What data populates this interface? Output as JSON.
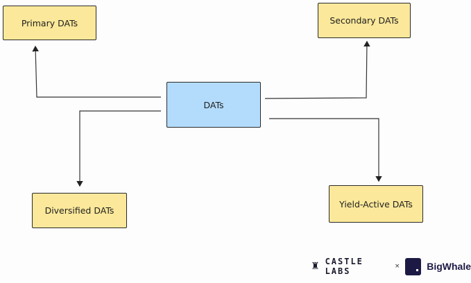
{
  "nodes": {
    "center": "DATs",
    "primary": "Primary DATs",
    "secondary": "Secondary DATs",
    "diversified": "Diversified DATs",
    "yield_active": "Yield-Active DATs"
  },
  "edges": [
    {
      "from": "DATs",
      "to": "Primary DATs"
    },
    {
      "from": "DATs",
      "to": "Secondary DATs"
    },
    {
      "from": "DATs",
      "to": "Diversified DATs"
    },
    {
      "from": "DATs",
      "to": "Yield-Active DATs"
    }
  ],
  "colors": {
    "category_fill": "#fbe89a",
    "center_fill": "#b3dcfc",
    "stroke": "#2a2a2a"
  },
  "footer": {
    "left_brand": "CASTLE LABS",
    "separator": "×",
    "right_brand": "BigWhale"
  }
}
